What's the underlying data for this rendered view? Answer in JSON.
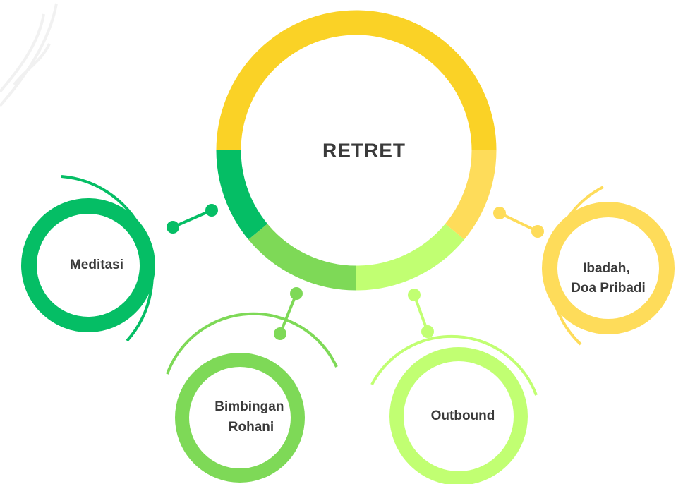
{
  "colors": {
    "dark_green": "#05BE65",
    "mid_green": "#7ED957",
    "light_green": "#C1FF72",
    "yellow": "#FAD226",
    "light_yellow": "#FEDC5A",
    "text": "#3a3a3a",
    "watermark": "#f1f1f1"
  },
  "center": {
    "label": "RETRET"
  },
  "nodes": [
    {
      "id": "meditasi",
      "lines": [
        "Meditasi"
      ],
      "color": "#05BE65"
    },
    {
      "id": "bimbingan",
      "lines": [
        "Bimbingan",
        "Rohani"
      ],
      "color": "#7ED957"
    },
    {
      "id": "outbound",
      "lines": [
        "Outbound"
      ],
      "color": "#C1FF72"
    },
    {
      "id": "ibadah",
      "lines": [
        "Ibadah,",
        "Doa Pribadi"
      ],
      "color": "#FEDC5A"
    }
  ]
}
